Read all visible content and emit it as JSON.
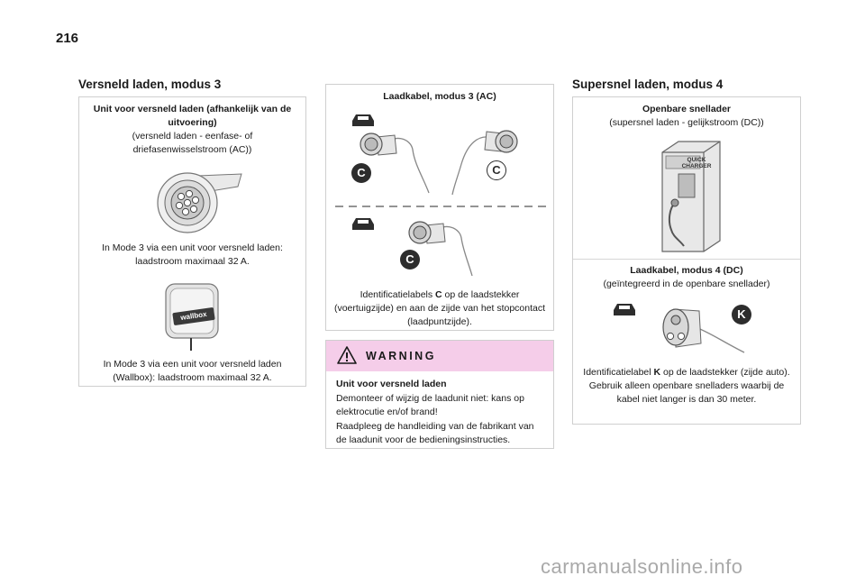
{
  "page_number": "216",
  "left": {
    "title": "Versneld laden, modus 3",
    "unit_title": "Unit voor versneld laden (afhankelijk van de uitvoering)",
    "unit_subtitle": "(versneld laden - eenfase- of driefasenwisselstroom (AC))",
    "socket_caption": "In Mode 3 via een unit voor versneld laden: laadstroom maximaal 32 A.",
    "wallbox_logo": "wallbox",
    "wallbox_caption": "In Mode 3 via een unit voor versneld laden (Wallbox): laadstroom maximaal 32 A."
  },
  "middle": {
    "cable_title": "Laadkabel, modus 3 (AC)",
    "label_c": "C",
    "caption_pre": "Identificatielabels ",
    "caption_bold": "C",
    "caption_post": " op de laadstekker (voertuigzijde) en aan de zijde van het stopcontact (laadpuntzijde).",
    "warning_title": "WARNING",
    "warning_heading": "Unit voor versneld laden",
    "warning_line1": "Demonteer of wijzig de laadunit niet: kans op elektrocutie en/of brand!",
    "warning_line2": "Raadpleeg de handleiding van de fabrikant van de laadunit voor de bedieningsinstructies."
  },
  "right": {
    "title": "Supersnel laden, modus 4",
    "charger_title": "Openbare snellader",
    "charger_subtitle": "(supersnel laden - gelijkstroom (DC))",
    "charger_brand": "QUICK CHARGER",
    "cable_title": "Laadkabel, modus 4 (DC)",
    "cable_subtitle": "(geïntegreerd in de openbare snellader)",
    "label_k": "K",
    "caption_pre": "Identificatielabel ",
    "caption_bold": "K",
    "caption_post": " op de laadstekker (zijde auto).",
    "caption_line2": "Gebruik alleen openbare snelladers waarbij de kabel niet langer is dan 30 meter."
  },
  "watermark": "carmanualsonline.info",
  "colors": {
    "warning_header": "#f5cde9",
    "panel_border": "#cfcfcf",
    "badge_dark": "#2d2d2d"
  }
}
